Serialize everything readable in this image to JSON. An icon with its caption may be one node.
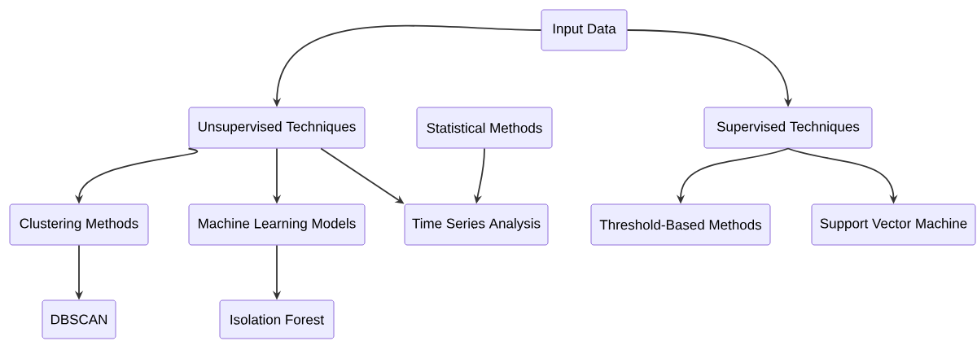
{
  "diagram": {
    "nodes": [
      {
        "text": [
          "Input Data"
        ]
      },
      {
        "text": [
          "Unsupervised Techniques"
        ]
      },
      {
        "text": [
          "Statistical Methods"
        ]
      },
      {
        "text": [
          "Supervised Techniques"
        ]
      },
      {
        "text": [
          "Clustering Methods"
        ]
      },
      {
        "text": [
          "Machine Learning Models"
        ]
      },
      {
        "text": [
          "Time Series Analysis"
        ]
      },
      {
        "text": [
          "Threshold-Based Methods"
        ]
      },
      {
        "text": [
          "Support Vector Machine"
        ]
      },
      {
        "text": [
          "DBSCAN"
        ]
      },
      {
        "text": [
          "Isolation Forest"
        ]
      }
    ],
    "edges": [
      {
        "from": 0,
        "to": 1,
        "arrow": "to"
      },
      {
        "from": 0,
        "to": 3,
        "arrow": "to"
      },
      {
        "from": 1,
        "to": 4,
        "arrow": "to"
      },
      {
        "from": 1,
        "to": 5,
        "arrow": "to"
      },
      {
        "from": 1,
        "to": 6,
        "arrow": "to"
      },
      {
        "from": 2,
        "to": 6,
        "arrow": "to"
      },
      {
        "from": 3,
        "to": 7,
        "arrow": "to"
      },
      {
        "from": 3,
        "to": 8,
        "arrow": "to"
      },
      {
        "from": 4,
        "to": 9,
        "arrow": "to"
      },
      {
        "from": 5,
        "to": 10,
        "arrow": "to"
      }
    ]
  }
}
